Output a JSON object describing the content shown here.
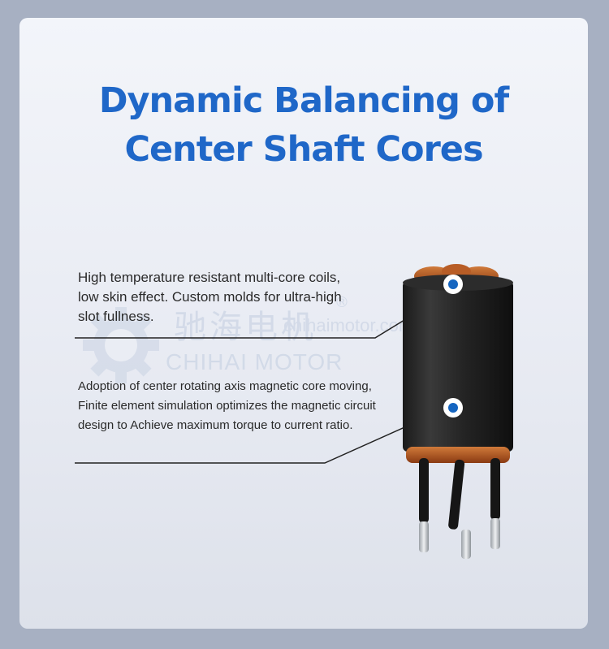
{
  "page": {
    "title_line1": "Dynamic Balancing of",
    "title_line2": "Center Shaft Cores"
  },
  "callouts": [
    {
      "text": "High temperature resistant multi-core coils, low skin effect. Custom molds for ultra-high slot fullness."
    },
    {
      "text": "Adoption of center rotating axis magnetic core moving, Finite element simulation optimizes the magnetic circuit design to Achieve maximum torque to current ratio."
    }
  ],
  "watermark": {
    "chinese": "驰海电机",
    "registered": "®",
    "url": "chihaimotor.com",
    "brand": "CHIHAI MOTOR"
  },
  "colors": {
    "accent": "#1f67c8",
    "marker": "#1565c0"
  }
}
